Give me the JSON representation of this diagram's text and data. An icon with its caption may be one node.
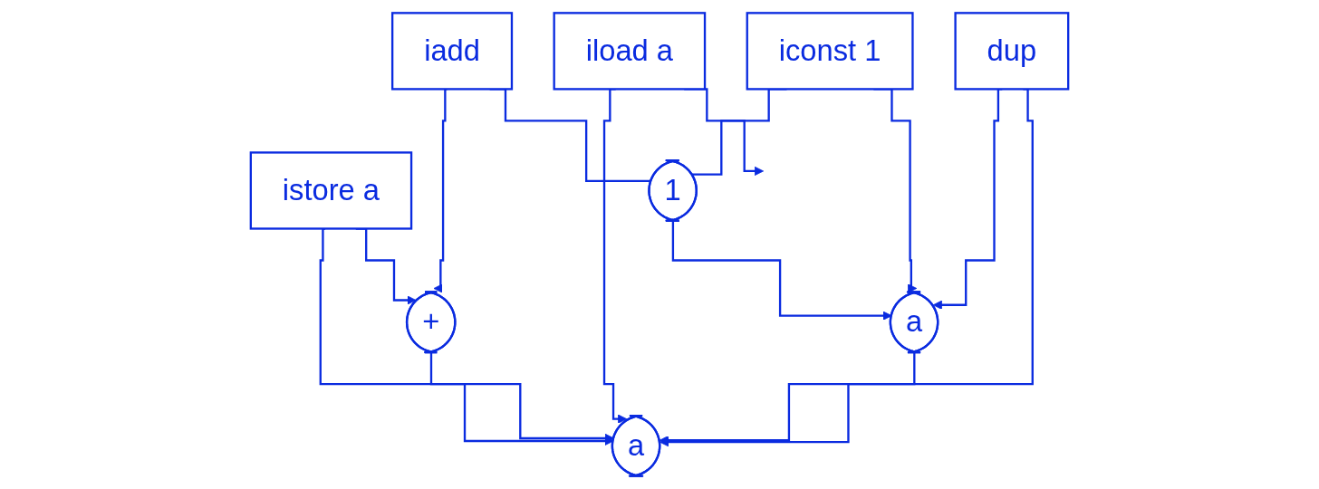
{
  "diagram": {
    "nodes": [
      {
        "text": [
          "iload a"
        ]
      },
      {
        "text": [
          "dup"
        ]
      },
      {
        "text": [
          "iconst 1"
        ]
      },
      {
        "text": [
          "iadd"
        ]
      },
      {
        "text": [
          "istore a"
        ]
      },
      {
        "text": [
          "1"
        ]
      },
      {
        "text": [
          "a"
        ]
      },
      {
        "text": [
          "+"
        ]
      },
      {
        "text": [
          "a"
        ]
      }
    ],
    "edges": [
      {
        "from": 0,
        "to": null,
        "arrow": "to"
      },
      {
        "from": 0,
        "to": 8,
        "arrow": "to"
      },
      {
        "from": 1,
        "to": 8,
        "arrow": "to"
      },
      {
        "from": 1,
        "to": 6,
        "arrow": "to"
      },
      {
        "from": 2,
        "to": 6,
        "arrow": "to"
      },
      {
        "from": 2,
        "to": 5,
        "arrow": "none"
      },
      {
        "from": 3,
        "to": 5,
        "arrow": "none"
      },
      {
        "from": 5,
        "to": 6,
        "arrow": "to"
      },
      {
        "from": 3,
        "to": 7,
        "arrow": "to"
      },
      {
        "from": 4,
        "to": 7,
        "arrow": "to"
      },
      {
        "from": 6,
        "to": 8,
        "arrow": "to"
      },
      {
        "from": 7,
        "to": 8,
        "arrow": "to"
      },
      {
        "from": 4,
        "to": 8,
        "arrow": "to"
      }
    ]
  }
}
